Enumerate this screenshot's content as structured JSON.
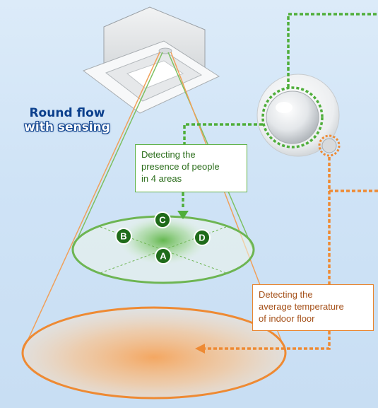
{
  "product": {
    "title_line1": "Round flow",
    "title_line2": "with sensing"
  },
  "callouts": {
    "presence": {
      "lines": [
        "Detecting the",
        "presence of people",
        "in 4 areas"
      ]
    },
    "floor": {
      "lines": [
        "Detecting the",
        "average temperature",
        "of indoor floor"
      ]
    }
  },
  "areas": [
    "A",
    "B",
    "C",
    "D"
  ],
  "colors": {
    "background": "#d6e8f8",
    "green_accent": "#5fb246",
    "dark_green": "#1f6b1a",
    "orange_accent": "#e9852e",
    "title_blue": "#0b3f8c"
  },
  "icons": [
    "ceiling-cassette-unit",
    "sensor-panel",
    "presence-sensor-dome",
    "floor-temperature-sensor"
  ]
}
